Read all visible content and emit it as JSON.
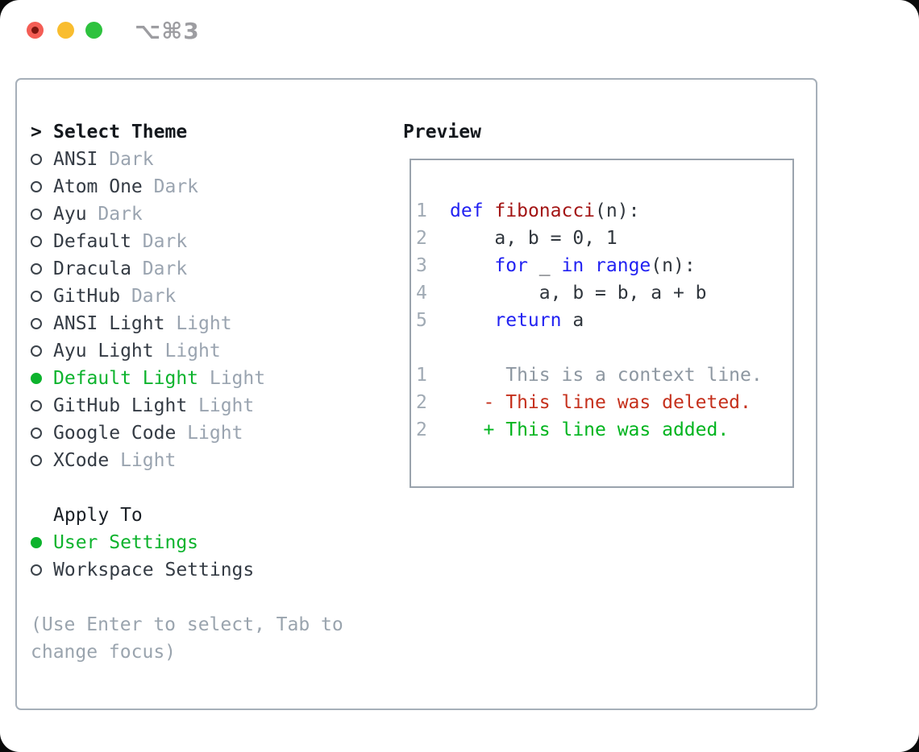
{
  "window": {
    "title": "⌥⌘3",
    "controls": {
      "close": "close",
      "minimize": "minimize",
      "zoom": "zoom"
    }
  },
  "colors": {
    "accent_green": "#0db32d",
    "keyword_blue": "#2222f2",
    "function_red": "#a31515",
    "diff_red": "#c5301c",
    "diff_green": "#00b41e",
    "muted_gray": "#9aa4b0",
    "text": "#30363d",
    "border_gray": "#a6afb9",
    "traffic_red": "#f45d55",
    "traffic_yellow": "#f9bd2f",
    "traffic_green": "#2ec23e"
  },
  "left": {
    "header_marker": ">",
    "header": "Select Theme",
    "themes": [
      {
        "name": "ANSI",
        "variant": "Dark",
        "selected": false
      },
      {
        "name": "Atom One",
        "variant": "Dark",
        "selected": false
      },
      {
        "name": "Ayu",
        "variant": "Dark",
        "selected": false
      },
      {
        "name": "Default",
        "variant": "Dark",
        "selected": false
      },
      {
        "name": "Dracula",
        "variant": "Dark",
        "selected": false
      },
      {
        "name": "GitHub",
        "variant": "Dark",
        "selected": false
      },
      {
        "name": "ANSI Light",
        "variant": "Light",
        "selected": false
      },
      {
        "name": "Ayu Light",
        "variant": "Light",
        "selected": false
      },
      {
        "name": "Default Light",
        "variant": "Light",
        "selected": true
      },
      {
        "name": "GitHub Light",
        "variant": "Light",
        "selected": false
      },
      {
        "name": "Google Code",
        "variant": "Light",
        "selected": false
      },
      {
        "name": "XCode",
        "variant": "Light",
        "selected": false
      }
    ],
    "apply_to": {
      "label": "Apply To",
      "options": [
        {
          "name": "User Settings",
          "selected": true
        },
        {
          "name": "Workspace Settings",
          "selected": false
        }
      ]
    },
    "hint_lines": [
      "(Use Enter to select, Tab to",
      "change focus)"
    ]
  },
  "preview": {
    "heading": "Preview",
    "lines": [
      {
        "num": "1",
        "tokens": [
          {
            "c": "kw",
            "t": "def"
          },
          {
            "c": "pl",
            "t": " "
          },
          {
            "c": "fn",
            "t": "fibonacci"
          },
          {
            "c": "pl",
            "t": "(n):"
          }
        ]
      },
      {
        "num": "2",
        "tokens": [
          {
            "c": "pl",
            "t": "    a, b = 0, 1"
          }
        ]
      },
      {
        "num": "3",
        "tokens": [
          {
            "c": "pl",
            "t": "    "
          },
          {
            "c": "kw",
            "t": "for"
          },
          {
            "c": "pl",
            "t": " _ "
          },
          {
            "c": "kw",
            "t": "in"
          },
          {
            "c": "pl",
            "t": " "
          },
          {
            "c": "kw",
            "t": "range"
          },
          {
            "c": "pl",
            "t": "(n):"
          }
        ]
      },
      {
        "num": "4",
        "tokens": [
          {
            "c": "pl",
            "t": "        a, b = b, a + b"
          }
        ]
      },
      {
        "num": "5",
        "tokens": [
          {
            "c": "pl",
            "t": "    "
          },
          {
            "c": "kw",
            "t": "return"
          },
          {
            "c": "pl",
            "t": " a"
          }
        ]
      },
      {
        "num": "",
        "tokens": []
      },
      {
        "num": "1",
        "tokens": [
          {
            "c": "ctx",
            "t": "     This is a context line."
          }
        ]
      },
      {
        "num": "2",
        "tokens": [
          {
            "c": "del",
            "t": "   - This line was deleted."
          }
        ]
      },
      {
        "num": "2",
        "tokens": [
          {
            "c": "add",
            "t": "   + This line was added."
          }
        ]
      }
    ]
  }
}
